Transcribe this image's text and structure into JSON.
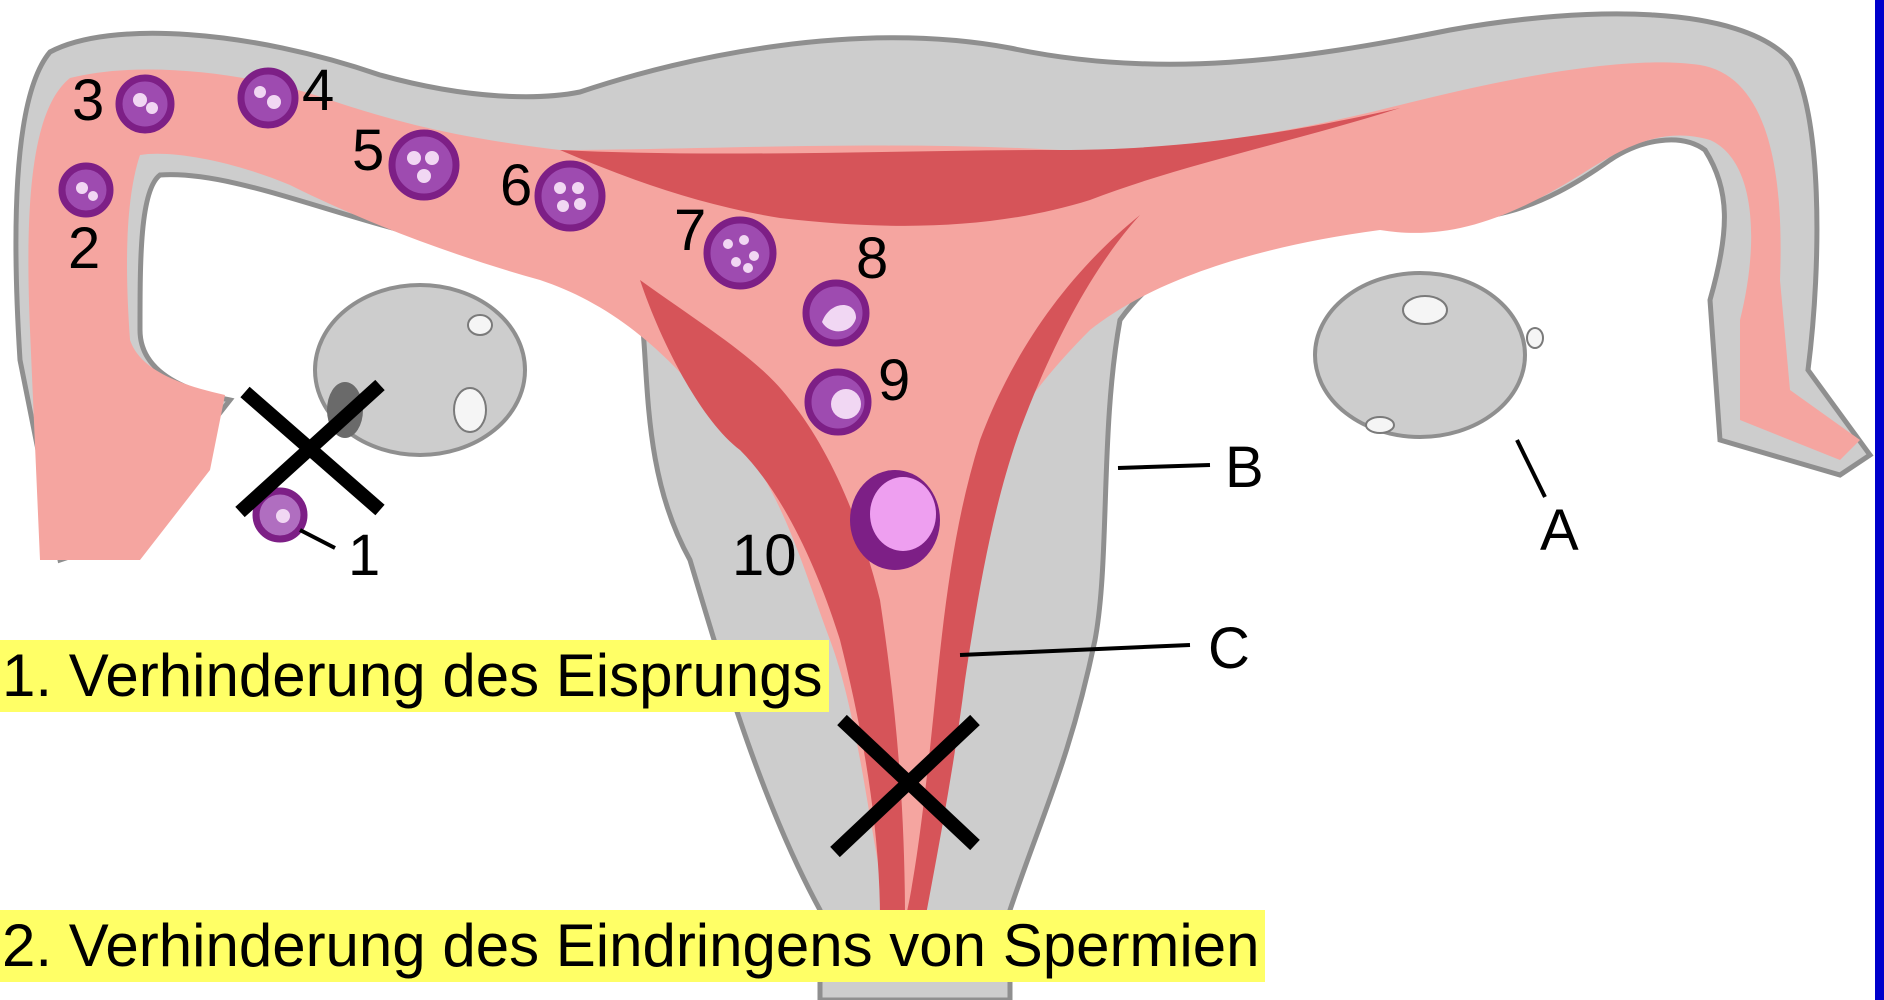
{
  "captions": {
    "first": "1. Verhinderung des Eisprungs",
    "second": "2. Verhinderung des Eindringens von Spermien"
  },
  "labels": {
    "n1": "1",
    "n2": "2",
    "n3": "3",
    "n4": "4",
    "n5": "5",
    "n6": "6",
    "n7": "7",
    "n8": "8",
    "n9": "9",
    "n10": "10",
    "A": "A",
    "B": "B",
    "C": "C"
  },
  "colors": {
    "tissue": "#cdcdcd",
    "tissue_edge": "#8f8f8f",
    "lumen": "#f5a5a0",
    "endometrium": "#d65459",
    "cell": "#7d1f86",
    "blastocyst": "#ee9ff0",
    "highlight": "#ffff66",
    "edge_bar": "#0000cc"
  }
}
